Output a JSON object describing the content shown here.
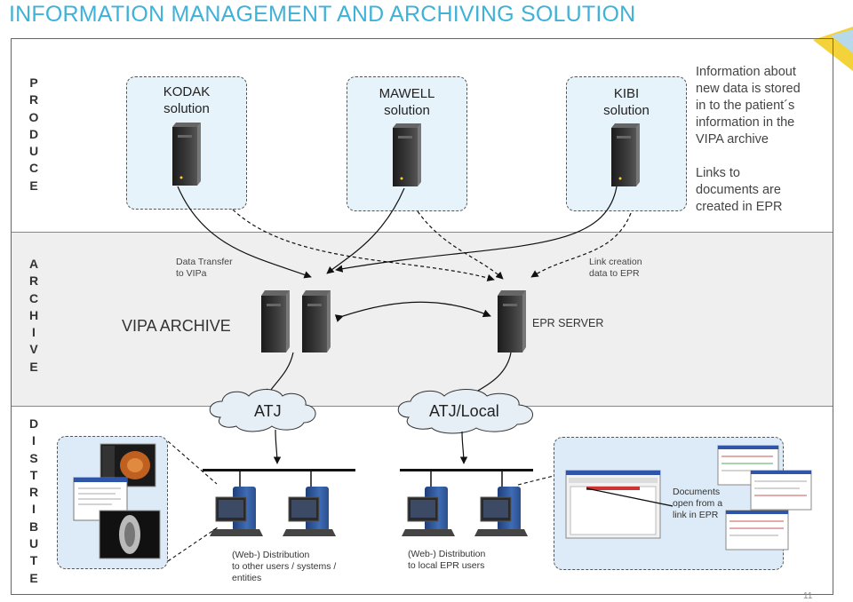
{
  "title": "INFORMATION MANAGEMENT AND ARCHIVING SOLUTION",
  "bands": {
    "produce": [
      "P",
      "R",
      "O",
      "D",
      "U",
      "C",
      "E"
    ],
    "archive": [
      "A",
      "R",
      "C",
      "H",
      "I",
      "V",
      "E"
    ],
    "distribute": [
      "D",
      "I",
      "S",
      "T",
      "R",
      "I",
      "B",
      "U",
      "T",
      "E"
    ]
  },
  "produce": {
    "kodak": [
      "KODAK",
      "solution"
    ],
    "mawell": [
      "MAWELL",
      "solution"
    ],
    "kibi": [
      "KIBI",
      "solution"
    ],
    "note1": [
      "Information about",
      "new data is stored",
      "in to the patient´s",
      "information in the",
      "VIPA archive"
    ],
    "note2": [
      "Links to",
      "documents are",
      "created in EPR"
    ]
  },
  "archive": {
    "transfer": [
      "Data Transfer",
      "to VIPa"
    ],
    "vipa": "VIPA ARCHIVE",
    "link_creation": [
      "Link creation",
      "data to EPR"
    ],
    "epr": "EPR SERVER"
  },
  "distribute": {
    "atj": "ATJ",
    "atj_local": "ATJ/Local",
    "web_other": [
      "(Web-) Distribution",
      "to other users / systems /",
      "entities"
    ],
    "web_local": [
      "(Web-) Distribution",
      "to  local EPR users"
    ],
    "documents": [
      "Documents",
      "open from a",
      "link in EPR"
    ]
  },
  "page_number": "11"
}
